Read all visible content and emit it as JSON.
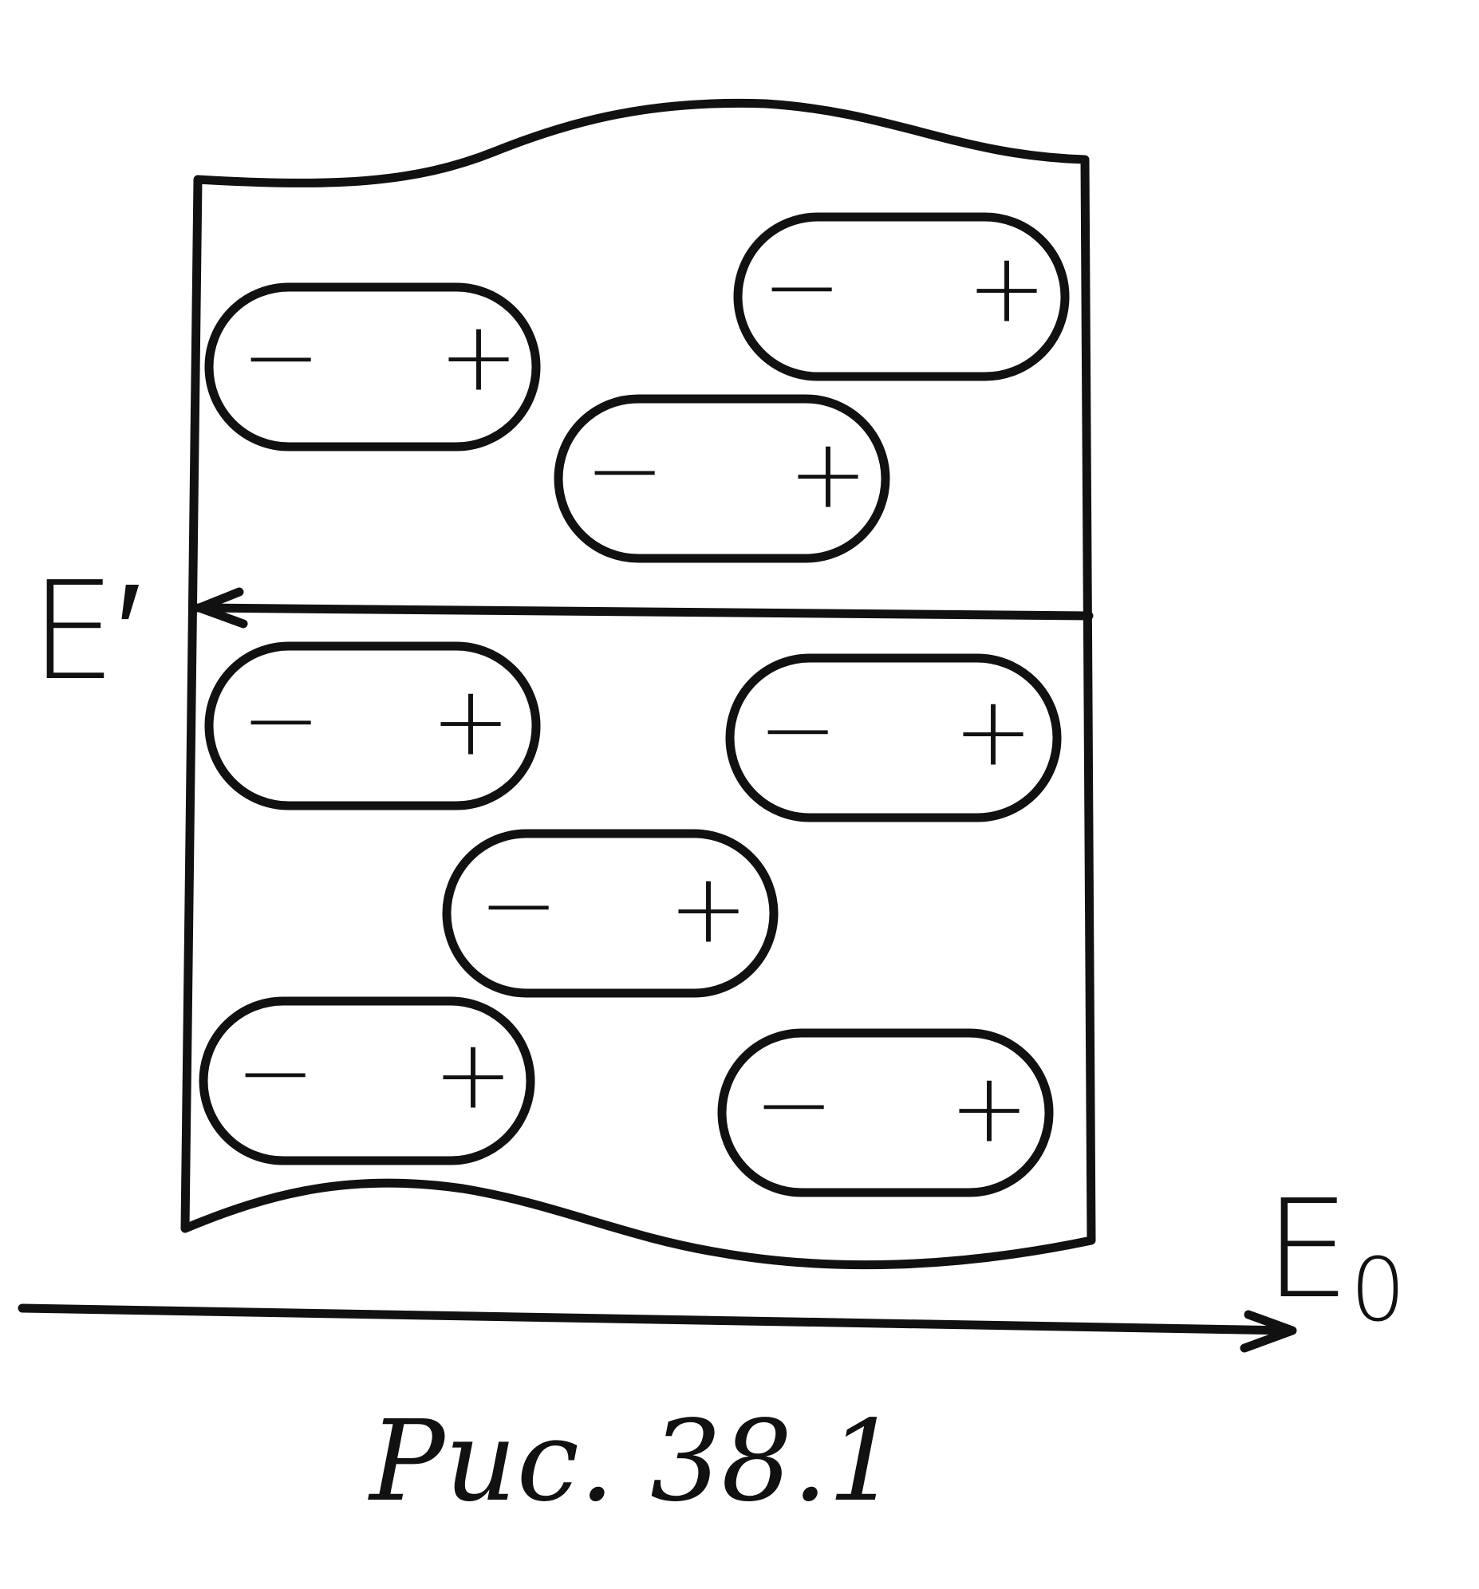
{
  "labels": {
    "induced_field": "E′",
    "external_field_letter": "E",
    "external_field_subscript": "0"
  },
  "caption": "Рис. 38.1",
  "dipoles": [
    {
      "negative": "−",
      "positive": "+"
    },
    {
      "negative": "−",
      "positive": "+"
    },
    {
      "negative": "−",
      "positive": "+"
    },
    {
      "negative": "−",
      "positive": "+"
    },
    {
      "negative": "−",
      "positive": "+"
    },
    {
      "negative": "−",
      "positive": "+"
    },
    {
      "negative": "−",
      "positive": "+"
    },
    {
      "negative": "−",
      "positive": "+"
    }
  ],
  "colors": {
    "ink": "#111111",
    "paper": "#ffffff"
  }
}
